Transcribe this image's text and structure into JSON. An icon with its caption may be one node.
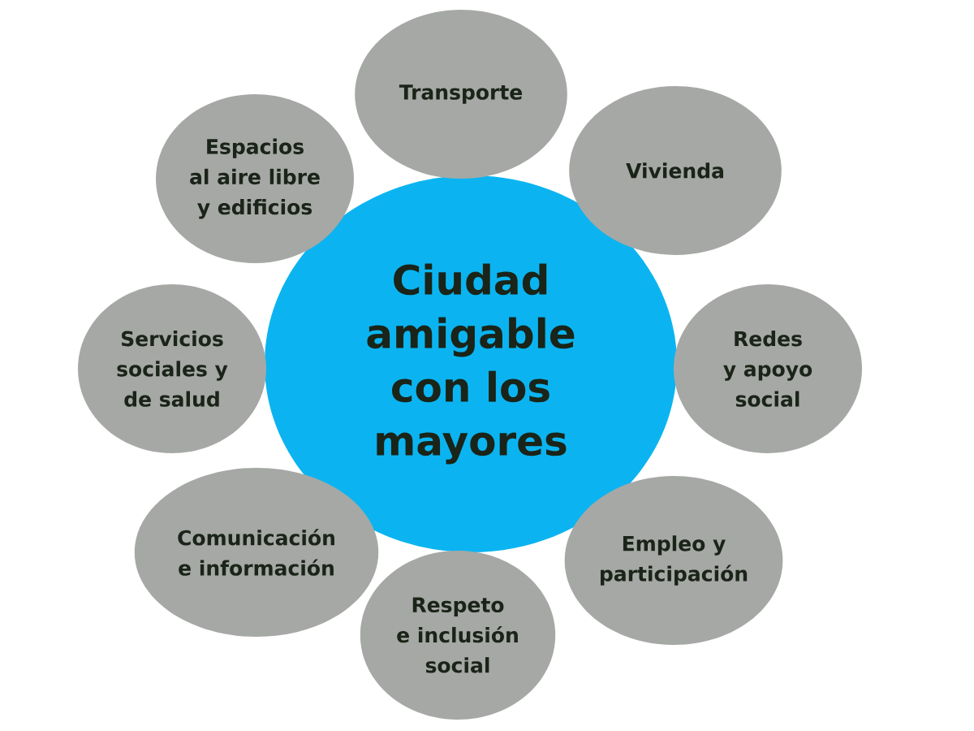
{
  "diagram": {
    "nodes": [
      {
        "text": [
          "Ciudad amigable con los mayores"
        ]
      },
      {
        "text": [
          "Transporte"
        ]
      },
      {
        "text": [
          "Vivienda"
        ]
      },
      {
        "text": [
          "Redes y apoyo social"
        ]
      },
      {
        "text": [
          "Empleo y participación"
        ]
      },
      {
        "text": [
          "Respeto e inclusión social"
        ]
      },
      {
        "text": [
          "Comunicación e información"
        ]
      },
      {
        "text": [
          "Servicios sociales y de salud"
        ]
      },
      {
        "text": [
          "Espacios al aire libre y edificios"
        ]
      }
    ]
  }
}
